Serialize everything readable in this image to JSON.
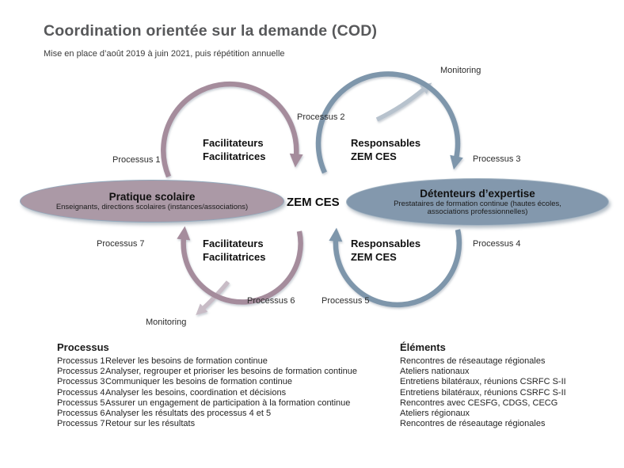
{
  "header": {
    "title": "Coordination orientée sur la demande (COD)",
    "subtitle": "Mise en place d’août 2019 à juin 2021, puis répétition annuelle"
  },
  "diagram": {
    "center_label": "ZEM CES",
    "practice_ellipse": {
      "title": "Pratique scolaire",
      "subtitle": "Enseignants, directions scolaires (instances/associations)"
    },
    "expertise_ellipse": {
      "title": "Détenteurs d’expertise",
      "subtitle": "Prestataires de formation continue (hautes écoles, associations professionnelles)"
    },
    "arc_roles": {
      "top_left": {
        "line1": "Facilitateurs",
        "line2": "Facilitatrices"
      },
      "top_right": {
        "line1": "Responsables",
        "line2": "ZEM CES"
      },
      "bottom_left": {
        "line1": "Facilitateurs",
        "line2": "Facilitatrices"
      },
      "bottom_right": {
        "line1": "Responsables",
        "line2": "ZEM CES"
      }
    },
    "process_labels": {
      "p1": "Processus 1",
      "p2": "Processus 2",
      "p3": "Processus 3",
      "p4": "Processus 4",
      "p5": "Processus 5",
      "p6": "Processus 6",
      "p7": "Processus 7"
    },
    "monitoring_top": "Monitoring",
    "monitoring_bottom": "Monitoring",
    "colors": {
      "facilitator_arc": "#a58c9c",
      "responsible_arc": "#7e96ab",
      "monitoring_branch_top": "#b7c2cd",
      "monitoring_branch_bottom": "#c8bcc6",
      "practice_fill": "#ab99a6",
      "expertise_fill": "#8398ad"
    }
  },
  "legend": {
    "processes": {
      "header": "Processus",
      "rows": [
        {
          "label": "Processus 1",
          "text": "Relever les besoins de formation continue"
        },
        {
          "label": "Processus 2",
          "text": "Analyser, regrouper et prioriser les besoins de formation continue"
        },
        {
          "label": "Processus 3",
          "text": "Communiquer les besoins de formation continue"
        },
        {
          "label": "Processus 4",
          "text": "Analyser les besoins, coordination et décisions"
        },
        {
          "label": "Processus 5",
          "text": "Assurer un engagement de participation à la formation continue"
        },
        {
          "label": "Processus 6",
          "text": "Analyser les résultats des processus 4 et 5"
        },
        {
          "label": "Processus 7",
          "text": "Retour sur les résultats"
        }
      ]
    },
    "elements": {
      "header": "Éléments",
      "items": [
        "Rencontres de réseautage régionales",
        "Ateliers nationaux",
        "Entretiens bilatéraux, réunions CSRFC S-II",
        "Entretiens bilatéraux, réunions CSRFC S-II",
        "Rencontres avec CESFG, CDGS, CECG",
        "Ateliers régionaux",
        "Rencontres de réseautage régionales"
      ]
    }
  }
}
